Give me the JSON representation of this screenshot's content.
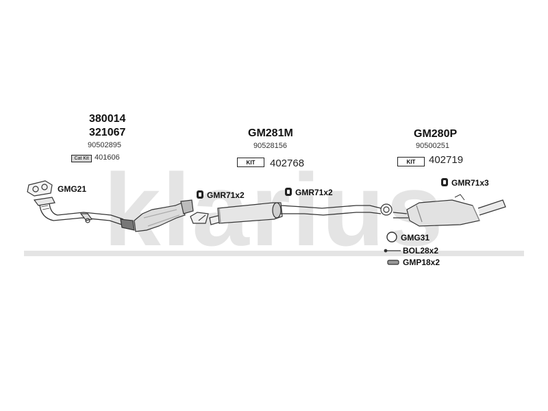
{
  "watermark": "klarius",
  "assemblies": {
    "front": {
      "code1": "380014",
      "code2": "321067",
      "oe": "90502895",
      "kit_label": "Cat Kit",
      "kit_number": "401606"
    },
    "middle": {
      "code": "GM281M",
      "oe": "90528156",
      "kit_label": "KIT",
      "kit_number": "402768"
    },
    "rear": {
      "code": "GM280P",
      "oe": "90500251",
      "kit_label": "KIT",
      "kit_number": "402719"
    }
  },
  "parts": {
    "gasket_front": "GMG21",
    "rubber_1": "GMR71x2",
    "rubber_2": "GMR71x2",
    "rubber_3": "GMR71x3",
    "gasket_ring": "GMG31",
    "bolts": "BOL28x2",
    "pipe_clamps": "GMP18x2"
  }
}
